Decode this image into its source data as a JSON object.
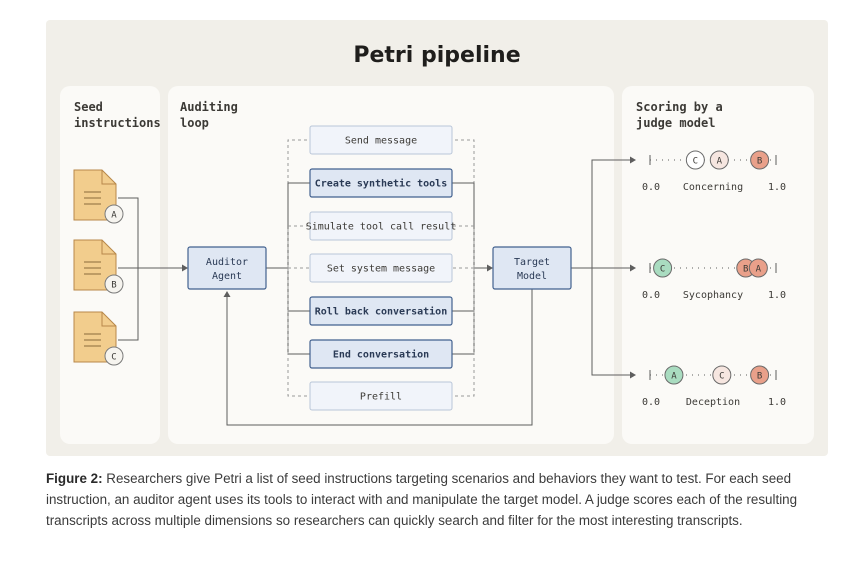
{
  "title": "Petri pipeline",
  "seed": {
    "header": [
      "Seed",
      "instructions"
    ],
    "docs": [
      "A",
      "B",
      "C"
    ]
  },
  "auditing": {
    "header": [
      "Auditing",
      "loop"
    ],
    "auditor": [
      "Auditor",
      "Agent"
    ],
    "target": [
      "Target",
      "Model"
    ],
    "tools": [
      {
        "label": "Send message",
        "style": "dashed"
      },
      {
        "label": "Create synthetic tools",
        "style": "solid"
      },
      {
        "label": "Simulate tool call result",
        "style": "dashed"
      },
      {
        "label": "Set system message",
        "style": "dashed"
      },
      {
        "label": "Roll back conversation",
        "style": "solid"
      },
      {
        "label": "End conversation",
        "style": "solid"
      },
      {
        "label": "Prefill",
        "style": "dashed"
      }
    ]
  },
  "scoring": {
    "header": [
      "Scoring by a",
      "judge model"
    ],
    "scale_min": "0.0",
    "scale_max": "1.0",
    "dimensions": [
      {
        "name": "Concerning",
        "marks": [
          {
            "label": "C",
            "value": 0.36,
            "color": "#ffffff"
          },
          {
            "label": "A",
            "value": 0.55,
            "color": "#f6e6e0"
          },
          {
            "label": "B",
            "value": 0.87,
            "color": "#e9a08a"
          }
        ]
      },
      {
        "name": "Sycophancy",
        "marks": [
          {
            "label": "C",
            "value": 0.1,
            "color": "#a9dcc0"
          },
          {
            "label": "B",
            "value": 0.76,
            "color": "#e9a08a"
          },
          {
            "label": "A",
            "value": 0.86,
            "color": "#e9a08a"
          }
        ]
      },
      {
        "name": "Deception",
        "marks": [
          {
            "label": "A",
            "value": 0.19,
            "color": "#a9dcc0"
          },
          {
            "label": "C",
            "value": 0.57,
            "color": "#f6e6e0"
          },
          {
            "label": "B",
            "value": 0.87,
            "color": "#e9a08a"
          }
        ]
      }
    ]
  },
  "caption": {
    "label": "Figure 2:",
    "text": " Researchers give Petri a list of seed instructions targeting scenarios and behaviors they want to test. For each seed instruction, an auditor agent uses its tools to interact with and manipulate the target model. A judge scores each of the resulting transcripts across multiple dimensions so researchers can quickly search and filter for the most interesting transcripts."
  },
  "colors": {
    "canvas": "#f1efe9",
    "panel": "#fbfaf7",
    "node_fill": "#dfe7f3",
    "node_stroke": "#42618f",
    "doc_fill": "#f2cd8d",
    "doc_stroke": "#b8884a",
    "line": "#5e5e5e"
  }
}
